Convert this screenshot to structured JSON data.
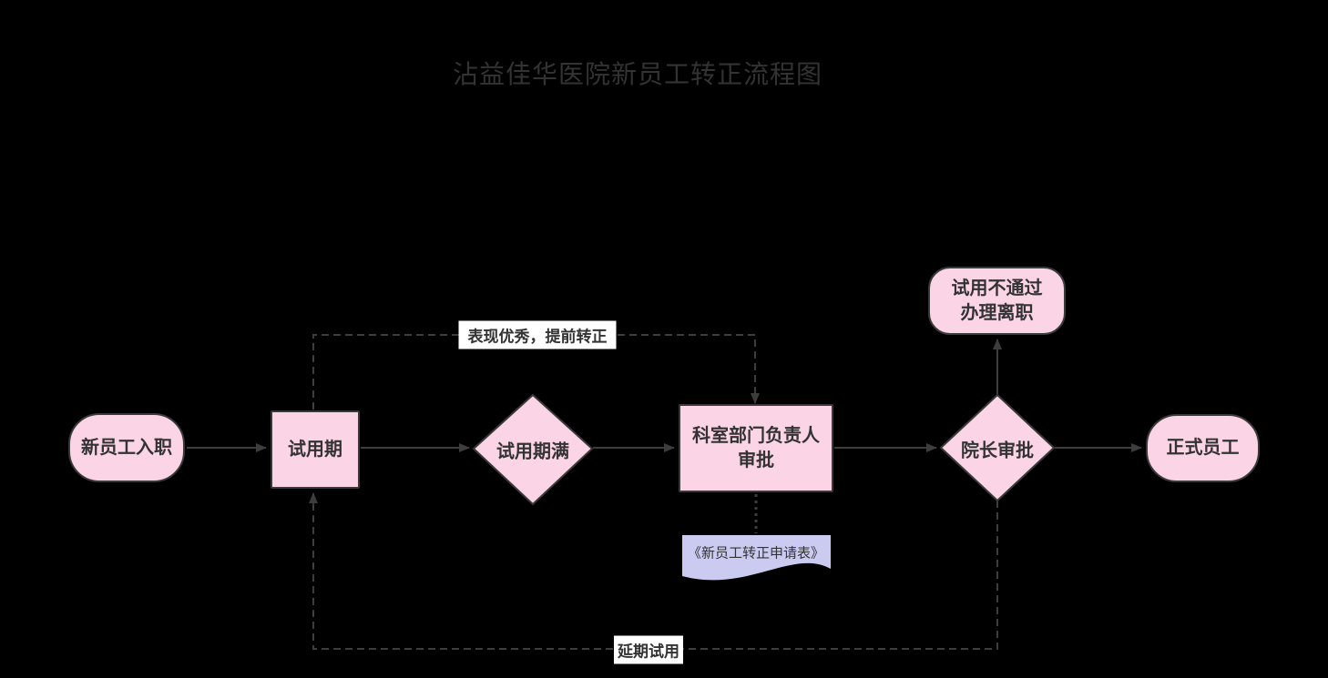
{
  "title": "沾益佳华医院新员工转正流程图",
  "colors": {
    "background": "#000000",
    "node_fill": "#fbd4e6",
    "node_border": "#3a3a3a",
    "node_text": "#333333",
    "connector": "#3d3d3d",
    "edge_label_bg": "#ffffff",
    "document_fill": "#cbcbf2"
  },
  "nodes": {
    "start": {
      "type": "terminator",
      "label": "新员工入职"
    },
    "probation": {
      "type": "process",
      "label": "试用期"
    },
    "probation_full": {
      "type": "decision",
      "label": "试用期满"
    },
    "dept_approval": {
      "type": "process",
      "label": "科室部门负责人\n审批"
    },
    "dean_approval": {
      "type": "decision",
      "label": "院长审批"
    },
    "regular": {
      "type": "terminator",
      "label": "正式员工"
    },
    "fail_exit": {
      "type": "terminator",
      "label": "试用不通过\n办理离职"
    },
    "form": {
      "type": "document",
      "label": "《新员工转正申请表》"
    }
  },
  "edge_labels": {
    "early_promotion": "表现优秀，提前转正",
    "delay_probation": "延期试用"
  }
}
